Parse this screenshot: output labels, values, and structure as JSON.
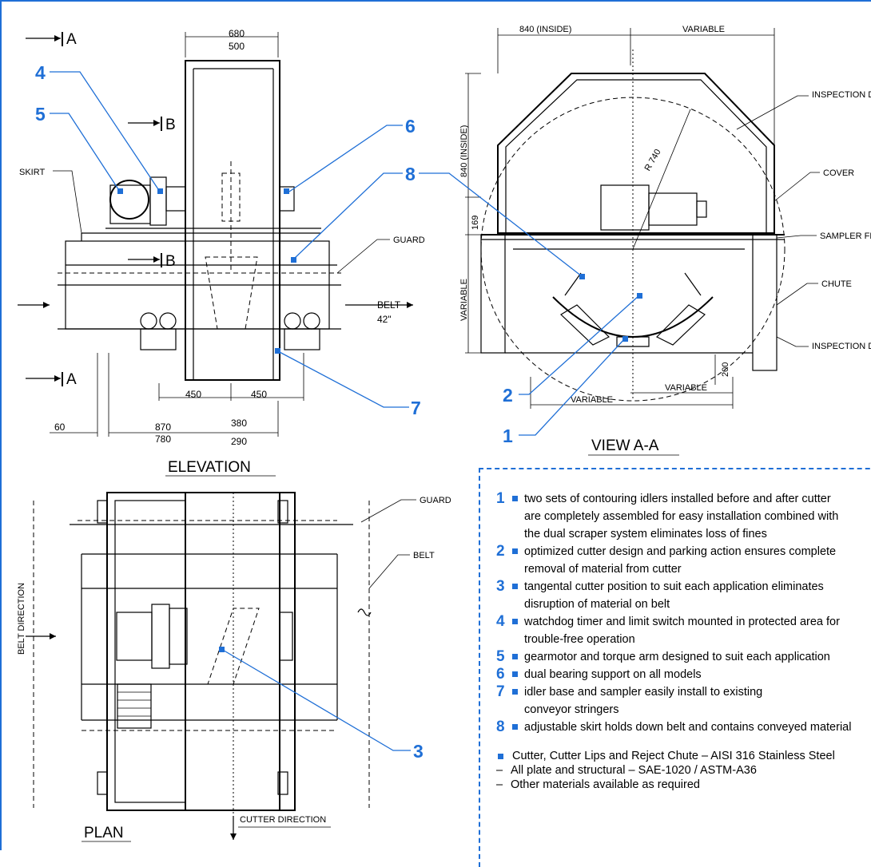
{
  "elevation": {
    "view_title": "ELEVATION",
    "section_a": "A",
    "section_b": "B",
    "skirt": "SKIRT",
    "guard": "GUARD",
    "belt": "BELT",
    "belt_width": "42\"",
    "dims": {
      "top_1": "680",
      "top_2": "500",
      "left": "450",
      "right": "450",
      "offset": "60",
      "span_1": "870",
      "span_2": "780",
      "end_1": "380",
      "end_2": "290"
    }
  },
  "view_aa": {
    "view_title": "VIEW A-A",
    "inside_width": "840 (INSIDE)",
    "variable": "VARIABLE",
    "inside_height": "840 (INSIDE)",
    "height_169": "169",
    "radius": "R 740",
    "dim_200": "200",
    "inspection_door": "INSPECTION DOOR",
    "cover": "COVER",
    "sampler_frame": "SAMPLER FRAME",
    "chute": "CHUTE"
  },
  "plan": {
    "view_title": "PLAN",
    "guard": "GUARD",
    "belt": "BELT",
    "belt_direction": "BELT DIRECTION",
    "cutter_direction": "CUTTER DIRECTION"
  },
  "callouts": [
    "1",
    "2",
    "3",
    "4",
    "5",
    "6",
    "7",
    "8"
  ],
  "colors": {
    "accent": "#1f6fd6",
    "line": "#000000"
  },
  "features": [
    {
      "num": "1",
      "lines": [
        "two sets of contouring idlers installed before and after cutter",
        "are completely assembled for easy installation combined with",
        "the dual scraper system eliminates loss of fines"
      ]
    },
    {
      "num": "2",
      "lines": [
        "optimized cutter design and parking action ensures complete",
        "removal of material from cutter"
      ]
    },
    {
      "num": "3",
      "lines": [
        "tangental cutter position to suit each application eliminates",
        "disruption of material on belt"
      ]
    },
    {
      "num": "4",
      "lines": [
        "watchdog timer and limit switch mounted in protected area for",
        "trouble-free operation"
      ]
    },
    {
      "num": "5",
      "lines": [
        "gearmotor and torque arm designed to suit each application"
      ]
    },
    {
      "num": "6",
      "lines": [
        "dual bearing support on all models"
      ]
    },
    {
      "num": "7",
      "lines": [
        "idler base and sampler easily install to existing",
        "conveyor stringers"
      ]
    },
    {
      "num": "8",
      "lines": [
        "adjustable skirt holds down belt and contains conveyed material"
      ]
    }
  ],
  "materials": [
    {
      "bullet": "square",
      "text": "Cutter, Cutter Lips and Reject Chute – AISI 316 Stainless Steel"
    },
    {
      "bullet": "–",
      "text": "All plate and structural – SAE-1020 / ASTM-A36"
    },
    {
      "bullet": "–",
      "text": "Other materials available as required"
    }
  ]
}
